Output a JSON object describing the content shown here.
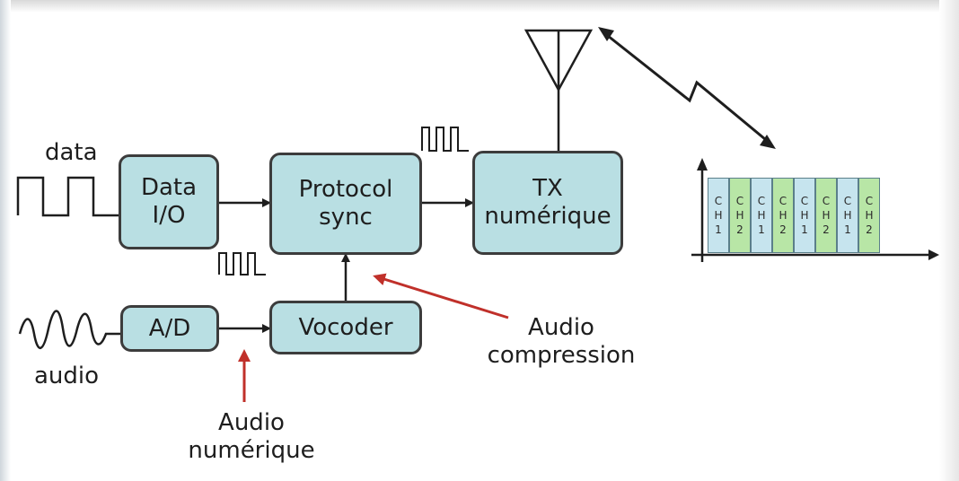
{
  "blocks": {
    "data_io": "Data\nI/O",
    "protocol_sync": "Protocol\nsync",
    "tx_numerique": "TX\nnumérique",
    "ad": "A/D",
    "vocoder": "Vocoder"
  },
  "labels": {
    "data": "data",
    "audio": "audio",
    "audio_compression": "Audio\ncompression",
    "audio_numerique": "Audio\nnumérique"
  },
  "frame": {
    "cells": [
      {
        "c": "C",
        "h": "H",
        "n": "1",
        "color": "blue"
      },
      {
        "c": "C",
        "h": "H",
        "n": "2",
        "color": "green"
      },
      {
        "c": "C",
        "h": "H",
        "n": "1",
        "color": "blue"
      },
      {
        "c": "C",
        "h": "H",
        "n": "2",
        "color": "green"
      },
      {
        "c": "C",
        "h": "H",
        "n": "1",
        "color": "blue"
      },
      {
        "c": "C",
        "h": "H",
        "n": "2",
        "color": "green"
      },
      {
        "c": "C",
        "h": "H",
        "n": "1",
        "color": "blue"
      },
      {
        "c": "C",
        "h": "H",
        "n": "2",
        "color": "green"
      }
    ]
  },
  "colors": {
    "block_fill": "#b9dfe3",
    "annotation_arrow": "#c0302a",
    "channel_1": "#c6e4ee",
    "channel_2": "#b8e6a6"
  }
}
